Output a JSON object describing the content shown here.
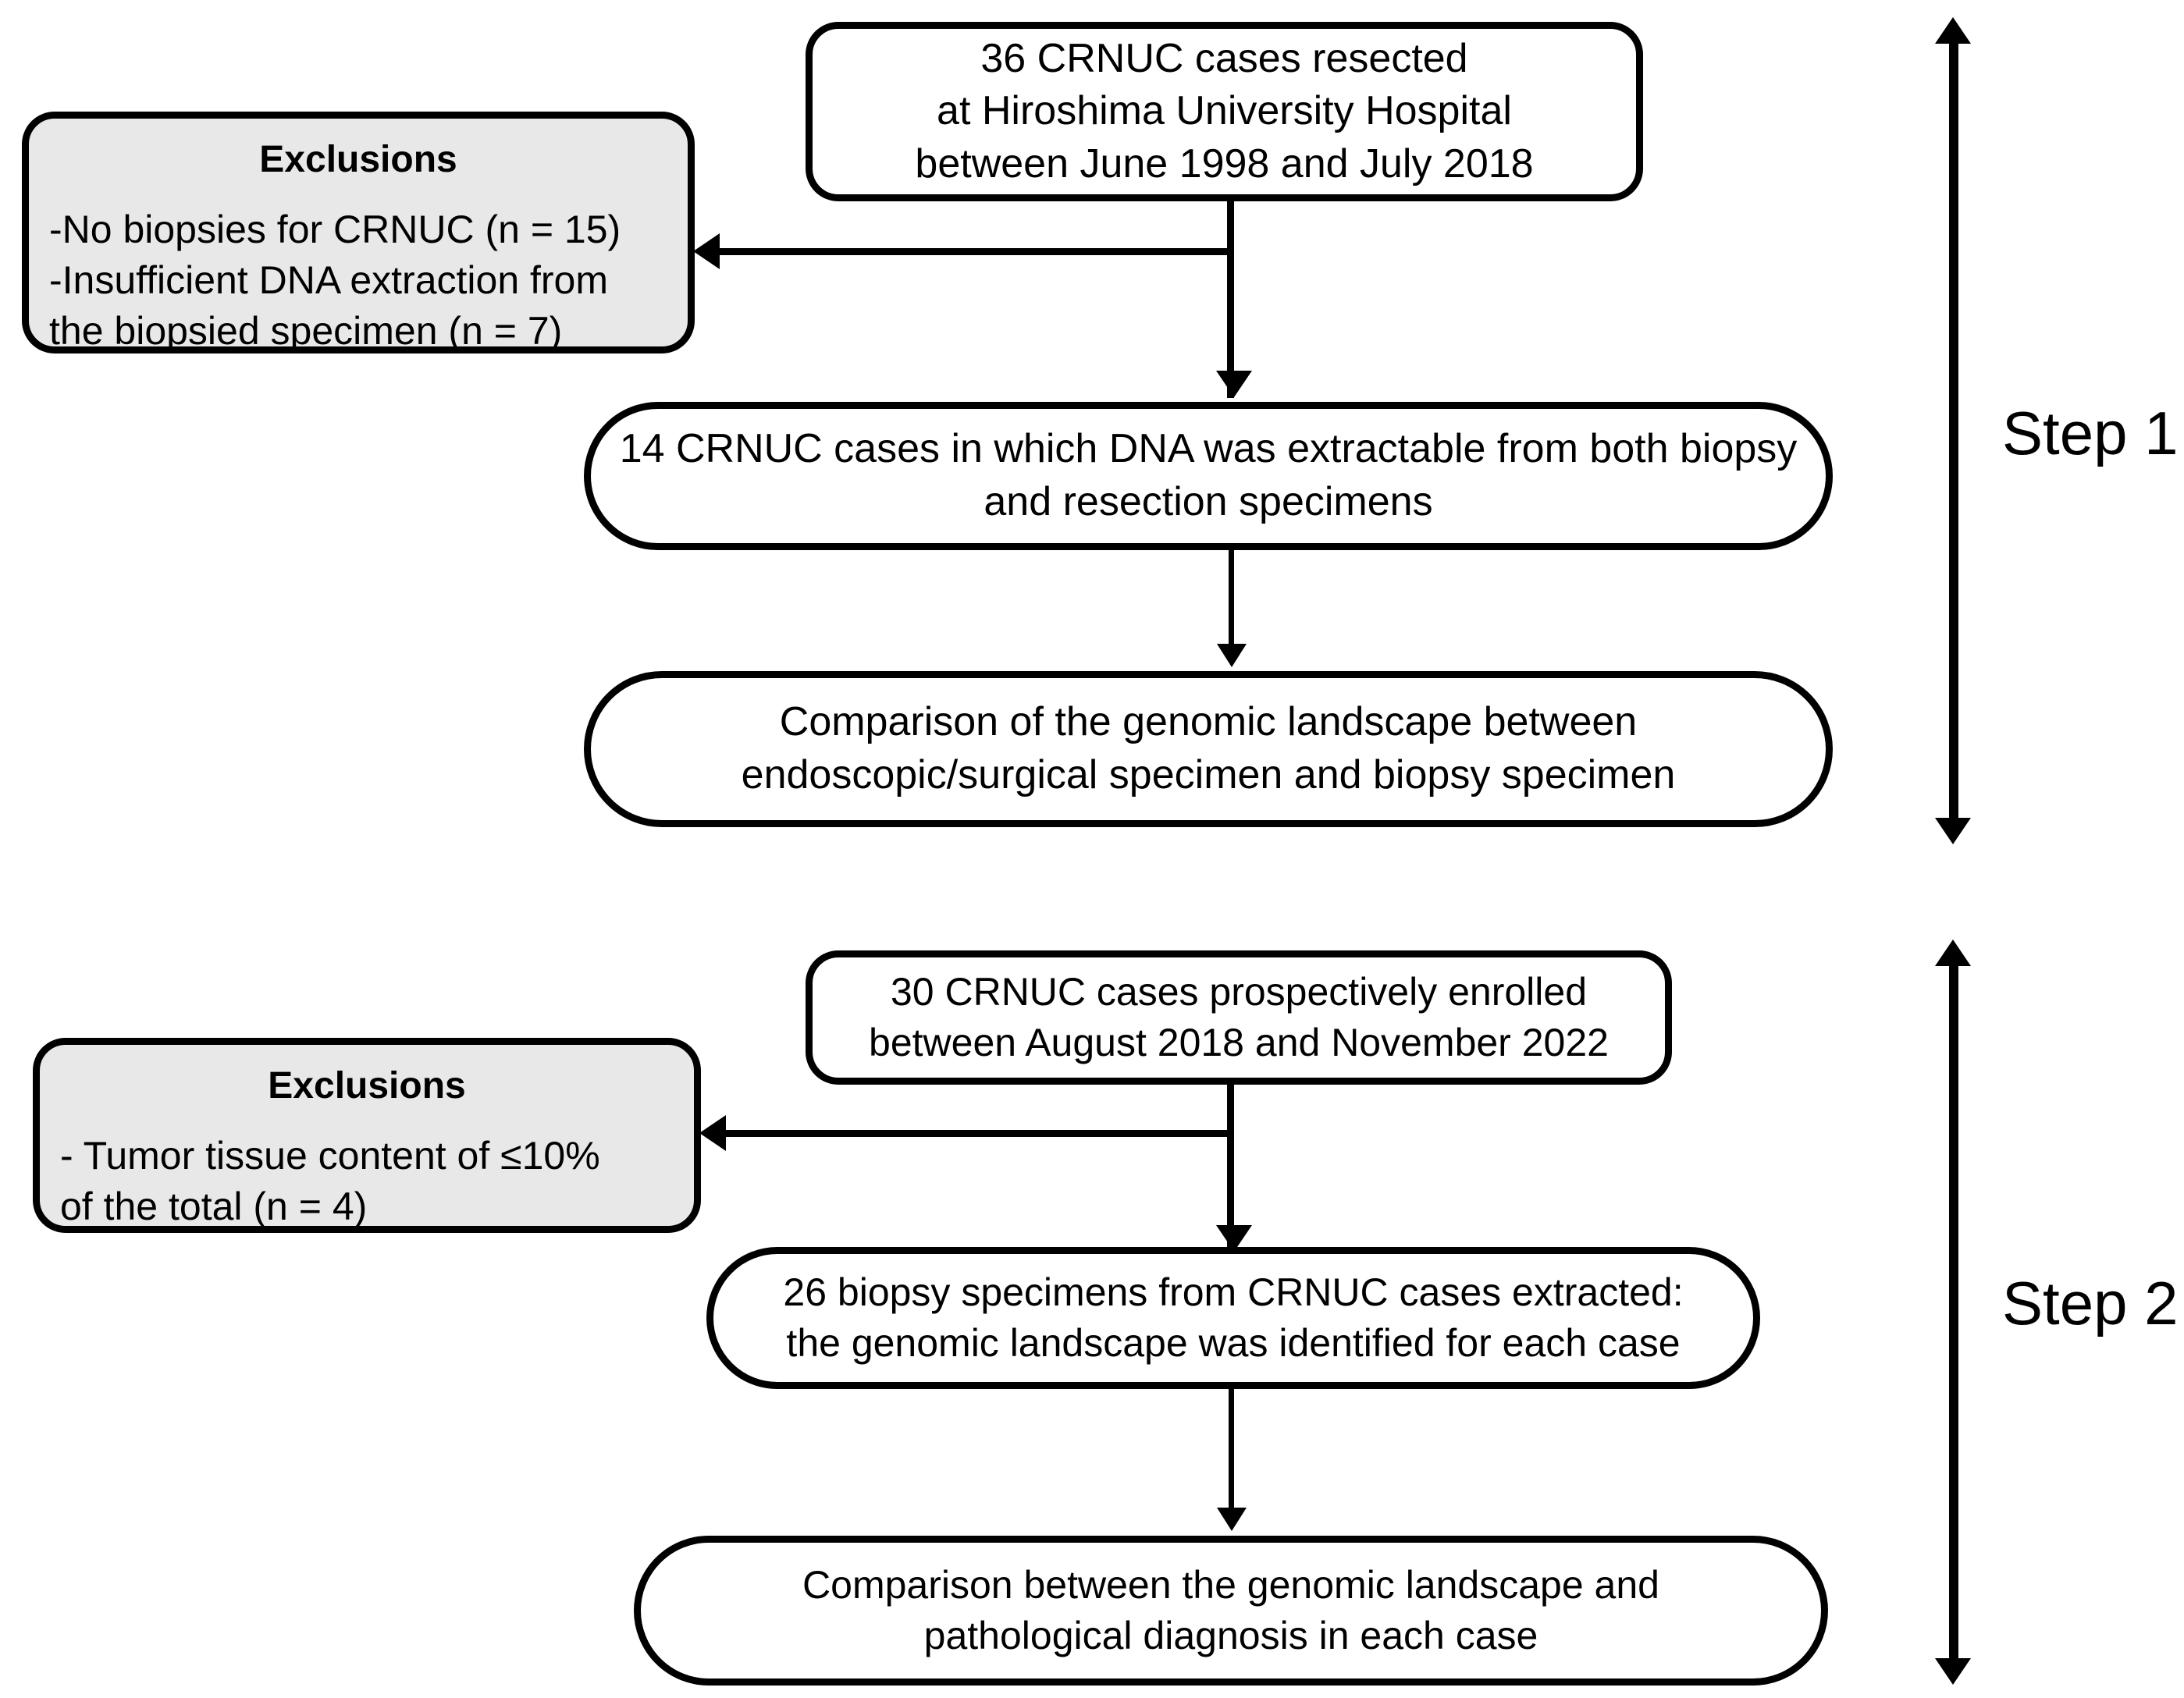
{
  "diagram": {
    "title_step1": "Step 1",
    "title_step2": "Step 2",
    "step1": {
      "box_source": "36 CRNUC cases resected\nat Hiroshima University Hospital\nbetween June 1998 and July 2018",
      "exclusions": {
        "heading": "Exclusions",
        "item1": "-No biopsies for CRNUC (n = 15)",
        "item2": "-Insufficient DNA extraction from\n the biopsied specimen (n = 7)"
      },
      "box_included": "14 CRNUC cases in which DNA was extractable from both biopsy\nand resection specimens",
      "box_outcome": "Comparison of the genomic landscape between\nendoscopic/surgical specimen and biopsy specimen"
    },
    "step2": {
      "box_source": "30 CRNUC cases prospectively enrolled\nbetween August 2018 and November 2022",
      "exclusions": {
        "heading": "Exclusions",
        "item1": "-  Tumor tissue content of ≤10%\n    of the total (n = 4)"
      },
      "box_included": "26 biopsy specimens from CRNUC cases extracted:\nthe genomic landscape was identified for each case",
      "box_outcome": "Comparison between the genomic landscape and\npathological diagnosis in each case"
    },
    "colors": {
      "stroke": "#000000",
      "box_fill": "#ffffff",
      "exclusion_fill": "#e8e8e8",
      "page_bg": "#ffffff"
    }
  }
}
